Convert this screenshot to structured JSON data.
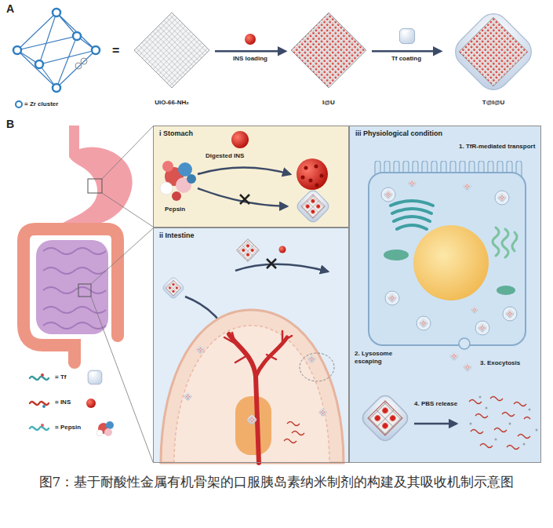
{
  "diagram": {
    "caption": "图7：基于耐酸性金属有机骨架的口服胰岛素纳米制剂的构建及其吸收机制示意图",
    "nodes": [
      {
        "text": [
          "UiO-66-NH₂"
        ]
      },
      {
        "text": [
          "I@U"
        ]
      },
      {
        "text": [
          "T@I@U"
        ]
      },
      {
        "text": [
          "i Stomach"
        ]
      },
      {
        "text": [
          "ii Intestine"
        ]
      },
      {
        "text": [
          "iii Physiological condition"
        ]
      }
    ],
    "edges": [
      {
        "from": 0,
        "to": 1,
        "label": "INS loading",
        "arrow": "to"
      },
      {
        "from": 1,
        "to": 2,
        "label": "Tf coating",
        "arrow": "to"
      }
    ],
    "labels": [
      "A",
      "=",
      "B",
      "Digested INS",
      "Pepsin",
      "1. TfR-mediated transport",
      "2. Lysosome escaping",
      "3. Exocytosis",
      "4. PBS release"
    ],
    "legend": [
      {
        "text": "= Zr cluster"
      },
      {
        "text": "= Tf"
      },
      {
        "text": "= INS"
      },
      {
        "text": "= Pepsin"
      }
    ]
  }
}
